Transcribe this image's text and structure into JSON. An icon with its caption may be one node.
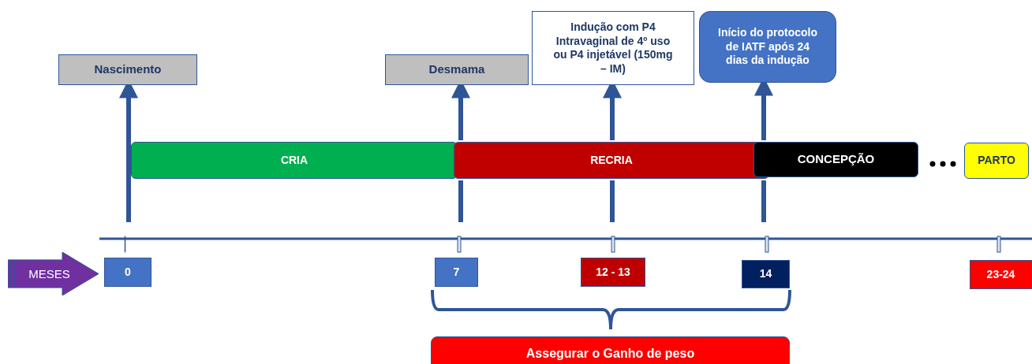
{
  "diagram": {
    "nodes": [
      {
        "text": [
          "Nascimento"
        ]
      },
      {
        "text": [
          "Desmama"
        ]
      },
      {
        "text": [
          "Indução com P4 Intravaginal de 4º uso ou P4 injetável (150mg – IM)"
        ]
      },
      {
        "text": [
          "Início do protocolo de IATF após 24 dias da indução"
        ]
      },
      {
        "text": [
          "CRIA"
        ]
      },
      {
        "text": [
          "RECRIA"
        ]
      },
      {
        "text": [
          "CONCEPÇÃO"
        ]
      },
      {
        "text": [
          "PARTO"
        ]
      },
      {
        "text": [
          "MESES"
        ]
      },
      {
        "text": [
          "0"
        ]
      },
      {
        "text": [
          "7"
        ]
      },
      {
        "text": [
          "12 - 13"
        ]
      },
      {
        "text": [
          "14"
        ]
      },
      {
        "text": [
          "23-24"
        ]
      },
      {
        "text": [
          "Assegurar o Ganho de peso"
        ]
      }
    ],
    "edges": [
      {
        "from": null,
        "to": 0,
        "arrow": "to"
      },
      {
        "from": null,
        "to": 1,
        "arrow": "to"
      },
      {
        "from": null,
        "to": 2,
        "arrow": "to"
      },
      {
        "from": null,
        "to": 3,
        "arrow": "to"
      }
    ]
  }
}
